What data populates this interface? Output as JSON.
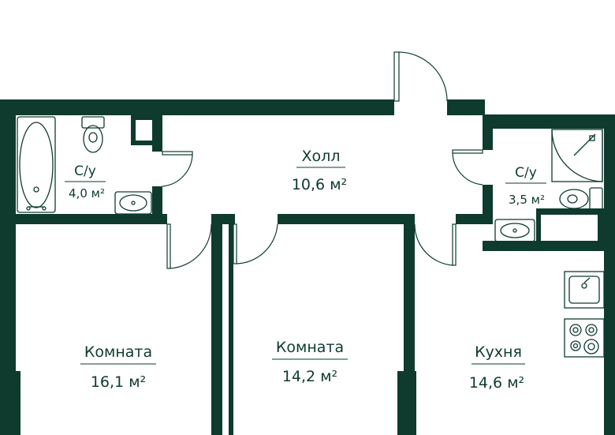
{
  "colors": {
    "wall": "#0e3b2e",
    "background": "#ffffff",
    "fixture_stroke": "#0e3b2e"
  },
  "rooms": {
    "bathroom_left": {
      "name": "С/у",
      "area": "4,0 м²"
    },
    "hall": {
      "name": "Холл",
      "area": "10,6 м²"
    },
    "bathroom_right": {
      "name": "С/у",
      "area": "3,5 м²"
    },
    "room_left": {
      "name": "Комната",
      "area": "16,1 м²"
    },
    "room_middle": {
      "name": "Комната",
      "area": "14,2 м²"
    },
    "kitchen": {
      "name": "Кухня",
      "area": "14,6 м²"
    }
  },
  "icons": {
    "bathtub": "bathtub-icon",
    "toilet": "toilet-icon",
    "sink": "sink-icon",
    "shower": "shower-icon",
    "stove": "stove-icon",
    "kitchen_sink": "kitchen-sink-icon",
    "door": "door-swing-icon"
  }
}
